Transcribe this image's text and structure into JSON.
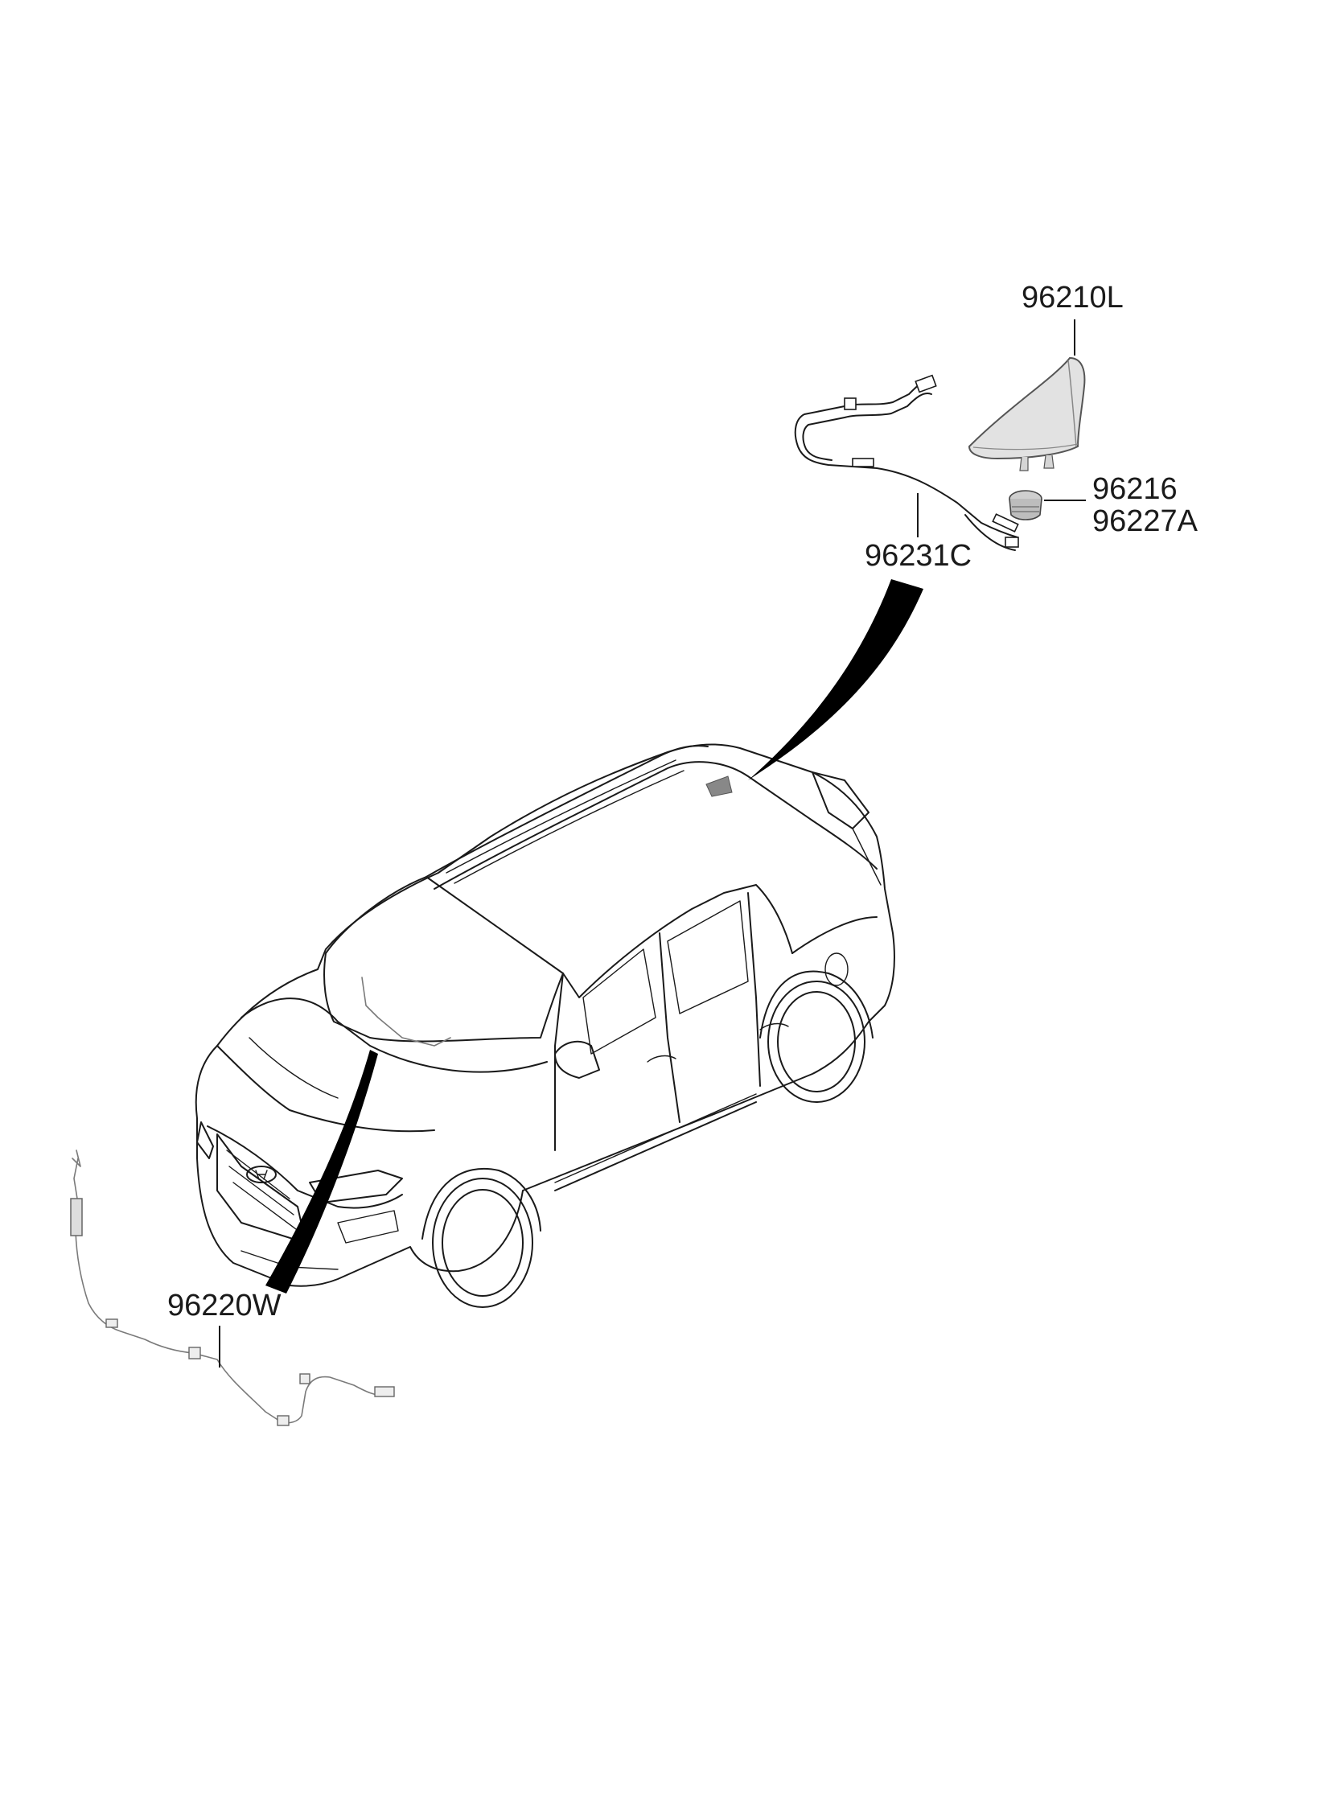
{
  "diagram": {
    "parts": [
      {
        "id": "antenna",
        "part_number": "96210L"
      },
      {
        "id": "gasket",
        "part_number": "96216"
      },
      {
        "id": "pad",
        "part_number": "96227A"
      },
      {
        "id": "roof-feeder-cable",
        "part_number": "96231C"
      },
      {
        "id": "windshield-feeder-cable",
        "part_number": "96220W"
      }
    ]
  }
}
